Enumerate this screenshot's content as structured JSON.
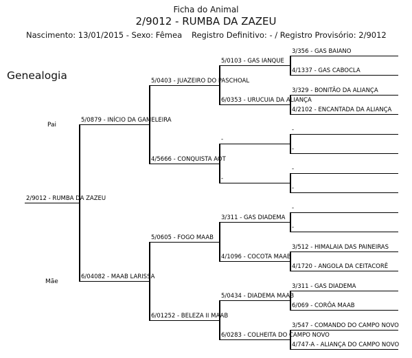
{
  "header": {
    "title": "Ficha do Animal",
    "animal": "2/9012 - RUMBA DA ZAZEU",
    "birth": "Nascimento: 13/01/2015 - Sexo: Fêmea",
    "registry": "Registro Definitivo: - / Registro Provisório: 2/9012"
  },
  "section_title": "Genealogia",
  "labels": {
    "sire": "Pai",
    "dam": "Mãe"
  },
  "pedigree": {
    "subject": "2/9012 - RUMBA DA ZAZEU",
    "sire": "5/0879 - INÍCIO DA GAMELEIRA",
    "dam": "6/04082 - MAAB LARISSA",
    "gen3": [
      "5/0403 - JUAZEIRO DO PASCHOAL",
      "4/5666 - CONQUISTA AOT",
      "5/0605 - FOGO MAAB",
      "6/01252 - BELEZA II MAAB"
    ],
    "gen4": [
      "5/0103 - GAS IANQUE",
      "6/0353 - URUCUIA DA ALIANÇA",
      "-",
      "-",
      "3/311 - GAS DIADEMA",
      "4/1096 - COCOTA MAAB",
      "5/0434 - DIADEMA MAAB",
      "6/0283 - COLHEITA DO CAMPO NOVO"
    ],
    "gen5": [
      "3/356 - GAS BAIANO",
      "4/1337 - GAS CABOCLA",
      "3/329 - BONITÃO DA ALIANÇA",
      "4/2102 - ENCANTADA DA ALIANÇA",
      "-",
      "-",
      "-",
      "-",
      "-",
      "-",
      "3/512 - HIMALAIA DAS PAINEIRAS",
      "4/1720 - ANGOLA DA CEITACORÊ",
      "3/311 - GAS DIADEMA",
      "6/069 - CORÔA MAAB",
      "3/547 - COMANDO DO CAMPO NOVO",
      "4/747-A - ALIANÇA DO CAMPO NOVO"
    ]
  }
}
